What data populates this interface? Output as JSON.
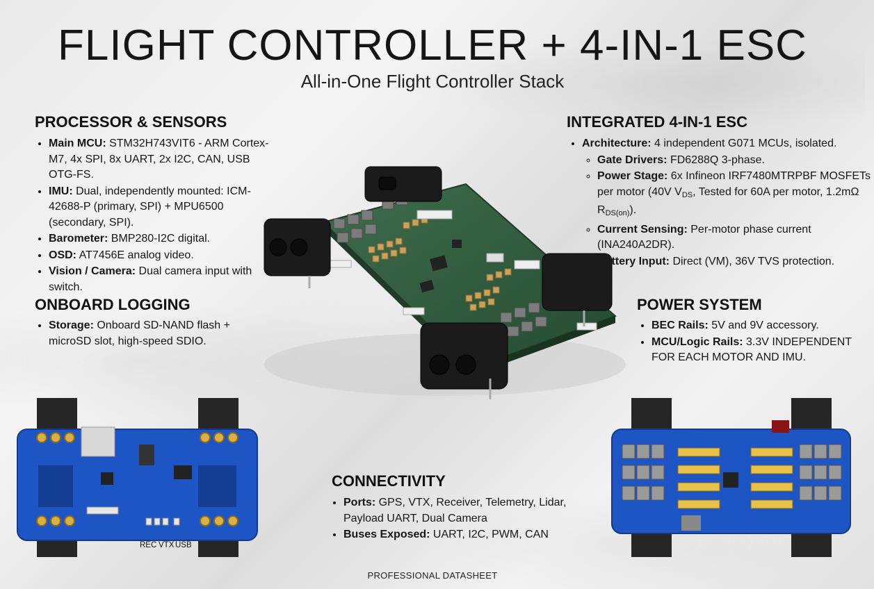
{
  "header": {
    "title": "FLIGHT CONTROLLER + 4-IN-1 ESC",
    "subtitle": "All-in-One Flight Controller Stack"
  },
  "processor": {
    "heading": "PROCESSOR & SENSORS",
    "items": [
      {
        "label": "Main MCU:",
        "text": " STM32H743VIT6 - ARM Cortex-M7, 4x SPI, 8x UART, 2x I2C, CAN, USB OTG-FS."
      },
      {
        "label": "IMU:",
        "text": " Dual, independently mounted: ICM-42688-P (primary, SPI) + MPU6500 (secondary, SPI)."
      },
      {
        "label": "Barometer:",
        "text": " BMP280-I2C digital."
      },
      {
        "label": "OSD:",
        "text": " AT7456E analog video."
      },
      {
        "label": "Vision / Camera:",
        "text": " Dual camera input with switch."
      }
    ]
  },
  "logging": {
    "heading": "ONBOARD LOGGING",
    "items": [
      {
        "label": "Storage:",
        "text": " Onboard SD-NAND flash + microSD slot, high-speed SDIO."
      }
    ]
  },
  "esc": {
    "heading": "INTEGRATED 4-IN-1 ESC",
    "architecture": {
      "label": "Architecture:",
      "text": " 4 independent G071 MCUs, isolated."
    },
    "gate": {
      "label": "Gate Drivers:",
      "text": " FD6288Q 3-phase."
    },
    "power_stage": {
      "label": "Power Stage:",
      "text_a": " 6x Infineon IRF7480MTRPBF MOSFETs per motor (40V V",
      "sub_a": "DS",
      "text_b": ", Tested for 60A per motor, 1.2mΩ R",
      "sub_b": "DS(on)",
      "text_c": ")."
    },
    "current": {
      "label": "Current Sensing:",
      "text": " Per-motor phase current (INA240A2DR)."
    },
    "battery": {
      "label": "Battery Input:",
      "text": " Direct (VM), 36V TVS protection."
    }
  },
  "power": {
    "heading": "POWER SYSTEM",
    "items": [
      {
        "label": "BEC Rails:",
        "text": " 5V and 9V accessory."
      },
      {
        "label": "MCU/Logic Rails:",
        "text": " 3.3V INDEPENDENT FOR EACH MOTOR AND IMU."
      }
    ]
  },
  "connectivity": {
    "heading": "CONNECTIVITY",
    "items": [
      {
        "label": "Ports:",
        "text": " GPS, VTX, Receiver, Telemetry, Lidar, Payload UART, Dual Camera"
      },
      {
        "label": "Buses Exposed:",
        "text": " UART, I2C, PWM, CAN"
      }
    ]
  },
  "board_labels": {
    "rec": "REC",
    "vtx": "VTX",
    "usb": "USB"
  },
  "footer": "PROFESSIONAL DATASHEET",
  "colors": {
    "pcb_green": "#2f5a3c",
    "pcb_blue": "#1d56c4",
    "connector": "#1b1b1b",
    "cap_tan": "#c9a25c",
    "mosfet_gray": "#7c7c7c"
  }
}
